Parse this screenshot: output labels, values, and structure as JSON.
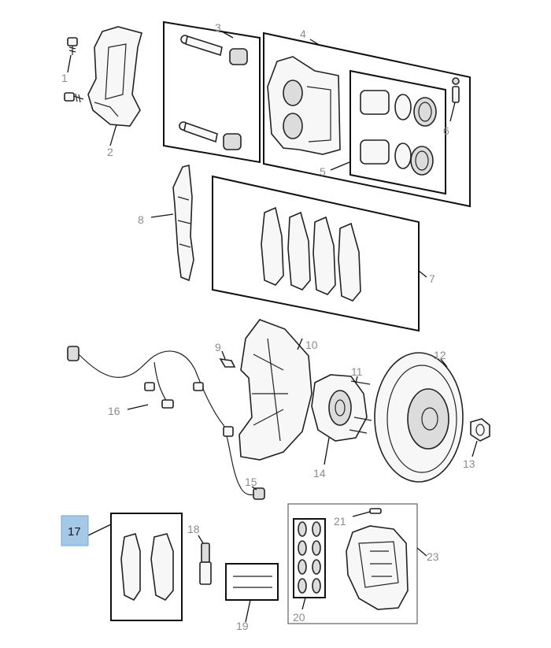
{
  "diagram": {
    "highlight_color": "#a4c8e8",
    "callouts": [
      {
        "id": "1",
        "label": "1"
      },
      {
        "id": "2",
        "label": "2"
      },
      {
        "id": "3",
        "label": "3"
      },
      {
        "id": "4",
        "label": "4"
      },
      {
        "id": "5",
        "label": "5"
      },
      {
        "id": "6",
        "label": "6"
      },
      {
        "id": "7",
        "label": "7"
      },
      {
        "id": "8",
        "label": "8"
      },
      {
        "id": "9",
        "label": "9"
      },
      {
        "id": "10",
        "label": "10"
      },
      {
        "id": "11",
        "label": "11"
      },
      {
        "id": "12",
        "label": "12"
      },
      {
        "id": "13",
        "label": "13"
      },
      {
        "id": "14",
        "label": "14"
      },
      {
        "id": "15",
        "label": "15"
      },
      {
        "id": "16",
        "label": "16"
      },
      {
        "id": "17",
        "label": "17"
      },
      {
        "id": "18",
        "label": "18"
      },
      {
        "id": "19",
        "label": "19"
      },
      {
        "id": "20",
        "label": "20"
      },
      {
        "id": "21",
        "label": "21"
      },
      {
        "id": "23",
        "label": "23"
      }
    ]
  }
}
